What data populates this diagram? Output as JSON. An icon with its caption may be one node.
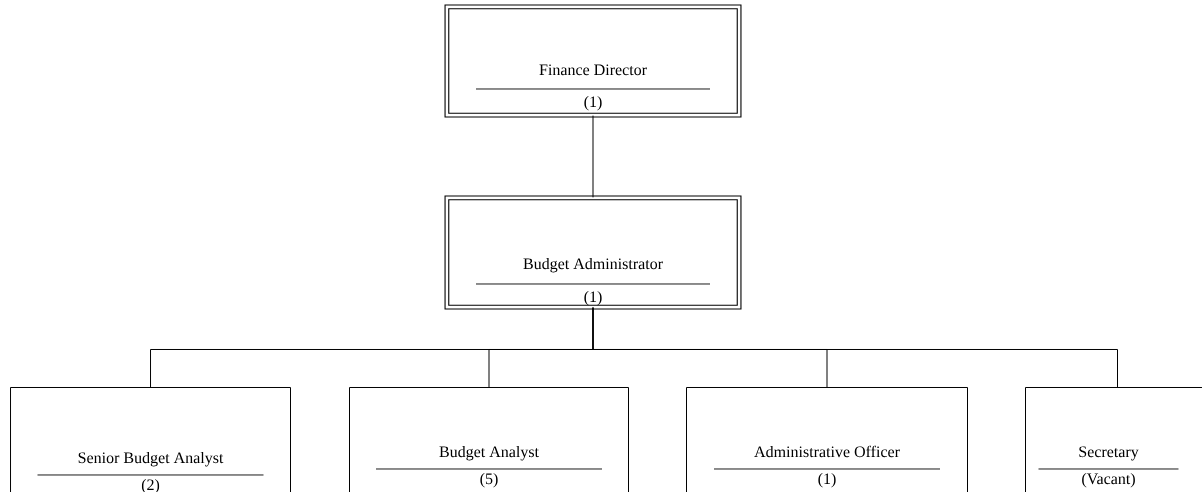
{
  "diagram": {
    "nodes": [
      {
        "text": [
          "Finance Director",
          "(1)"
        ]
      },
      {
        "text": [
          "Budget Administrator",
          "(1)"
        ]
      },
      {
        "text": [
          "Senior Budget Analyst",
          "(2)"
        ]
      },
      {
        "text": [
          "Budget Analyst",
          "(5)"
        ]
      },
      {
        "text": [
          "Administrative Officer",
          "(1)"
        ]
      },
      {
        "text": [
          "Secretary",
          "(Vacant)"
        ]
      }
    ],
    "edges": [
      {
        "from": 0,
        "to": 1,
        "arrow": "none"
      },
      {
        "from": 1,
        "to": 2,
        "arrow": "none"
      },
      {
        "from": 1,
        "to": 3,
        "arrow": "none"
      },
      {
        "from": 1,
        "to": 4,
        "arrow": "none"
      },
      {
        "from": 1,
        "to": 5,
        "arrow": "none"
      }
    ]
  }
}
